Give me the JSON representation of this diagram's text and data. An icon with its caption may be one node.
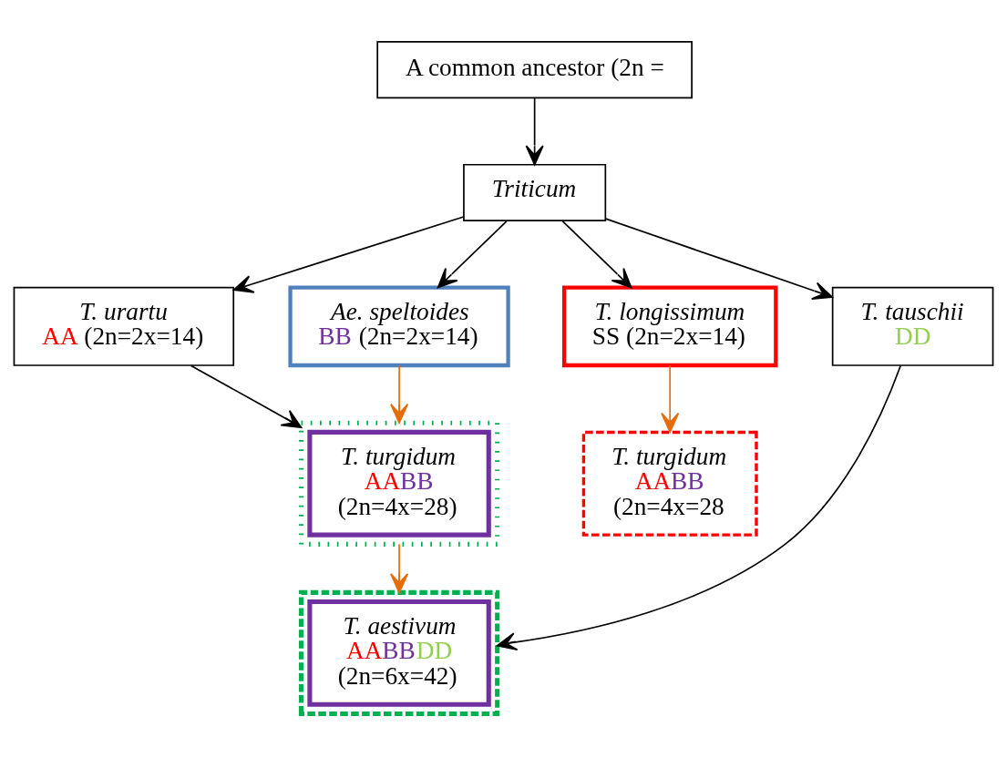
{
  "diagram": {
    "nodes": [
      {
        "text": [
          "A common ancestor (2n ="
        ]
      },
      {
        "text": [
          "Triticum"
        ]
      },
      {
        "text": [
          "T. urartu",
          "AA (2n=2x=14)"
        ]
      },
      {
        "text": [
          "Ae. speltoides",
          "BB (2n=2x=14)"
        ]
      },
      {
        "text": [
          "T. longissimum",
          "SS (2n=2x=14)"
        ]
      },
      {
        "text": [
          "T. tauschii",
          "DD"
        ]
      },
      {
        "text": [],
        "shape": "box"
      },
      {
        "text": [
          "T. turgidum",
          "AABB",
          "(2n=4x=28)"
        ],
        "in": 6
      },
      {
        "text": [
          "T. turgidum",
          "AABB",
          "(2n=4x=28"
        ]
      },
      {
        "text": [],
        "shape": "box"
      },
      {
        "text": [
          "T. aestivum",
          "AABBDD",
          "(2n=6x=42)"
        ],
        "in": 9
      }
    ],
    "edges": [
      {
        "from": 0,
        "to": 1,
        "arrow": "to"
      },
      {
        "from": 1,
        "to": 2,
        "arrow": "to"
      },
      {
        "from": 1,
        "to": 3,
        "arrow": "to"
      },
      {
        "from": 1,
        "to": 4,
        "arrow": "to"
      },
      {
        "from": 1,
        "to": 5,
        "arrow": "to"
      },
      {
        "from": 2,
        "to": 6,
        "arrow": "to"
      },
      {
        "from": 3,
        "to": 6,
        "arrow": "to",
        "color": "#e46c0a"
      },
      {
        "from": 4,
        "to": 8,
        "arrow": "to",
        "color": "#e46c0a"
      },
      {
        "from": 6,
        "to": 9,
        "arrow": "to",
        "color": "#e46c0a"
      },
      {
        "from": 5,
        "to": 9,
        "arrow": "to"
      }
    ]
  }
}
